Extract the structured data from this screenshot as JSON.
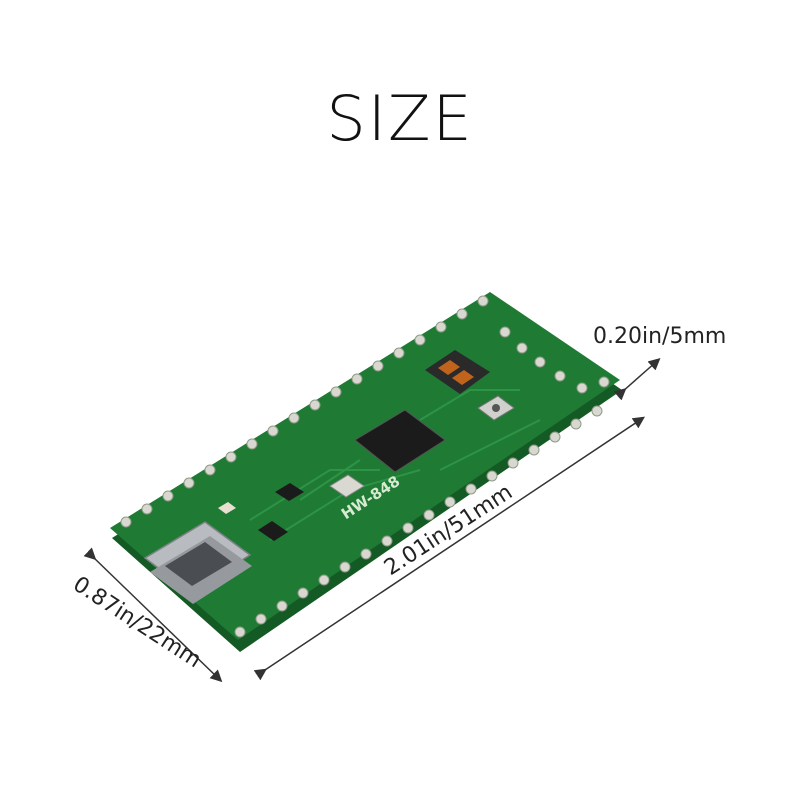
{
  "title": "SIZE",
  "dimensions": {
    "thickness": "0.20in/5mm",
    "length": "2.01in/51mm",
    "width": "0.87in/22mm"
  },
  "board": {
    "model_label": "HW-848"
  },
  "colors": {
    "pcb_green": "#1f7a34",
    "pcb_edge": "#145a24",
    "pad_gold": "#c9c9c0",
    "chip_black": "#1b1b1b",
    "usb_silver": "#b8bcc0",
    "arrow_dark": "#333333"
  }
}
